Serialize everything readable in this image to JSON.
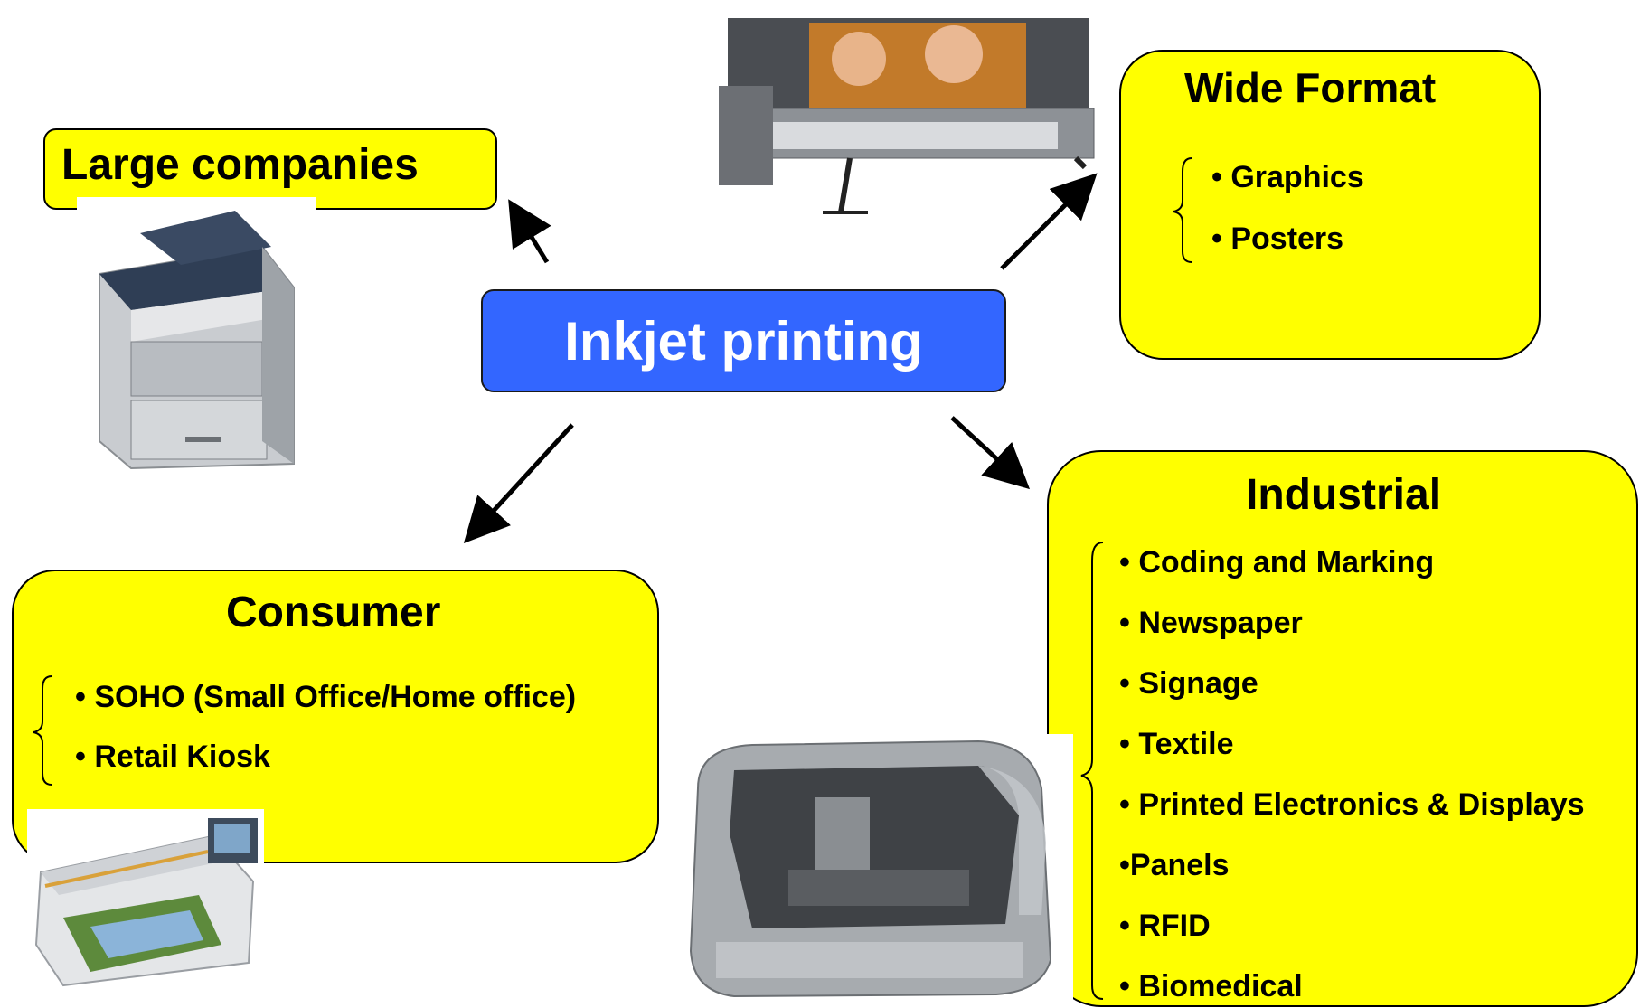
{
  "center": {
    "label": "Inkjet printing",
    "color": "#3366ff"
  },
  "nodes": {
    "large_companies": {
      "title": "Large companies"
    },
    "wide_format": {
      "title": "Wide Format",
      "items": [
        "• Graphics",
        "• Posters"
      ]
    },
    "consumer": {
      "title": "Consumer",
      "items": [
        "• SOHO (Small Office/Home office)",
        "• Retail Kiosk"
      ]
    },
    "industrial": {
      "title": "Industrial",
      "items": [
        "• Coding and Marking",
        "• Newspaper",
        "• Signage",
        "• Textile",
        "• Printed Electronics & Displays",
        "•Panels",
        "• RFID",
        "• Biomedical"
      ]
    }
  },
  "colors": {
    "box_fill": "#ffff00",
    "center_fill": "#3366ff",
    "center_text": "#ffffff"
  }
}
